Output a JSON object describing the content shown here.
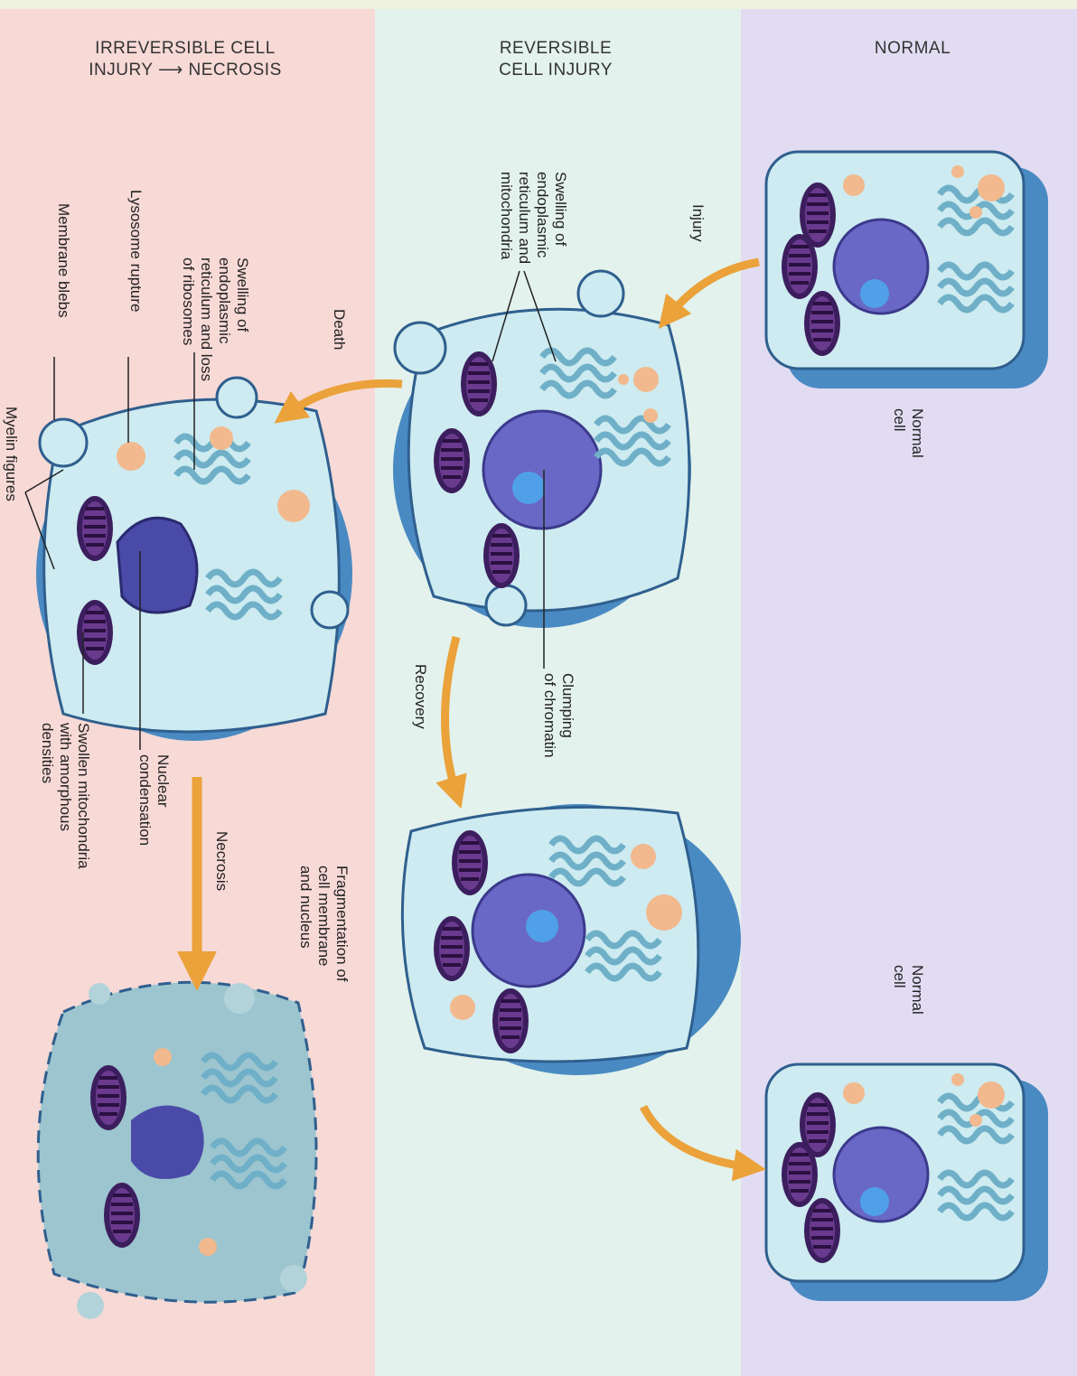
{
  "columns": {
    "irreversible": {
      "line1": "IRREVERSIBLE CELL",
      "line2_left": "INJURY",
      "line2_right": "NECROSIS",
      "bg": "#f7d9d6"
    },
    "reversible": {
      "line1": "REVERSIBLE",
      "line2": "CELL INJURY",
      "bg": "#e3f2ec"
    },
    "normal": {
      "line1": "NORMAL",
      "bg": "#e2dcf3"
    }
  },
  "labels": {
    "injury": "Injury",
    "death": "Death",
    "recovery": "Recovery",
    "necrosis": "Necrosis",
    "normal_cell_top": [
      "Normal",
      "cell"
    ],
    "normal_cell_bottom": [
      "Normal",
      "cell"
    ],
    "swelling_er_mito": [
      "Swelling of",
      "endoplasmic",
      "reticulum and",
      "mitochondria"
    ],
    "clumping": [
      "Clumping",
      "of chromatin"
    ],
    "swelling_er_ribo": [
      "Swelling of",
      "endoplasmic",
      "reticulum and loss",
      "of ribosomes"
    ],
    "lysosome": "Lysosome rupture",
    "blebs": "Membrane blebs",
    "myelin": "Myelin figures",
    "nuclear": [
      "Nuclear",
      "condensation"
    ],
    "swollen_mito": [
      "Swollen mitochondria",
      "with amorphous",
      "densities"
    ],
    "fragmentation": [
      "Fragmentation of",
      "cell membrane",
      "and nucleus"
    ]
  },
  "colors": {
    "arrow": "#eba23a",
    "cytoplasm": "#cdebf0",
    "cell_shadow": "#4a8ac2",
    "nucleus": "#6a68c6",
    "mitochondria": "#4a2870",
    "lysosome": "#f2b98e",
    "er": "#8ec5d8"
  }
}
